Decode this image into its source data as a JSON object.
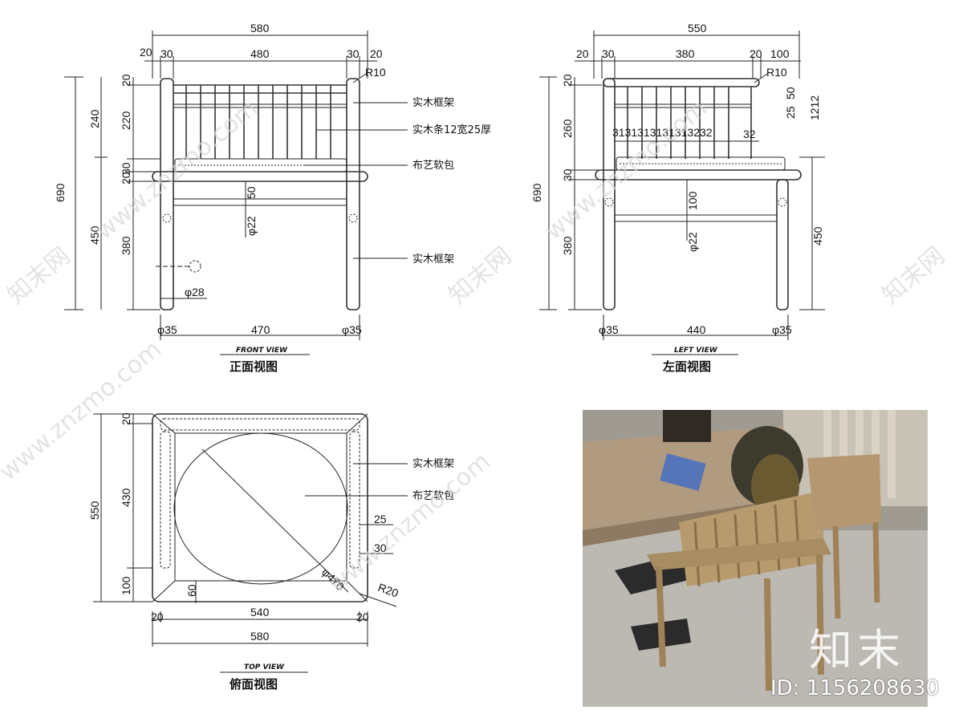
{
  "front_view": {
    "title_en": "FRONT VIEW",
    "title_cn": "正面视图",
    "dims": {
      "overall_width": "580",
      "left_offset": "20",
      "left_post": "30",
      "inner_width": "480",
      "right_post": "30",
      "right_offset": "20",
      "corner_radius": "R10",
      "total_height": "690",
      "back_height": "240",
      "seat_section": "450",
      "top_rail": "20",
      "slat_height": "220",
      "seat_30": "30",
      "seat_20": "20",
      "leg_height": "380",
      "apron": "50",
      "rung_dia": "φ22",
      "foot_dia": "φ28",
      "leg_left": "φ35",
      "leg_span": "470",
      "leg_right": "φ35"
    },
    "callouts": [
      "实木框架",
      "实木条12宽25厚",
      "布艺软包",
      "实木框架"
    ]
  },
  "left_view": {
    "title_en": "LEFT VIEW",
    "title_cn": "左面视图",
    "dims": {
      "overall_width": "550",
      "left_offset": "20",
      "left_post": "30",
      "inner_width": "380",
      "right_post": "20",
      "right_offset": "100",
      "corner_radius": "R10",
      "total_height": "690",
      "top_rail": "20",
      "slat_height": "260",
      "seat_30": "30",
      "leg_height": "380",
      "seat_height": "450",
      "apron": "100",
      "rung_dia": "φ22",
      "side_a": "25",
      "side_b": "50",
      "side_c": "1212",
      "slat_pitch": "3131313131313232",
      "slat_last": "32",
      "leg_left": "φ35",
      "leg_span": "440",
      "leg_right": "φ35"
    }
  },
  "top_view": {
    "title_en": "TOP VIEW",
    "title_cn": "俯面视图",
    "dims": {
      "depth": "550",
      "top_rail": "20",
      "inner_depth": "430",
      "front_depth": "100",
      "offset_60": "60",
      "circle_dia": "φ470",
      "corner_radius": "R20",
      "slat_25": "25",
      "post_30": "30",
      "left_offset": "20",
      "inner_width": "540",
      "right_offset": "20",
      "overall_width": "580"
    },
    "callouts": [
      "实木框架",
      "布艺软包"
    ]
  },
  "photo": {
    "logo_text": "知末",
    "id_text": "ID: 1156208630"
  },
  "watermark": {
    "text": "www.znzmo.com",
    "brand": "知末网"
  }
}
